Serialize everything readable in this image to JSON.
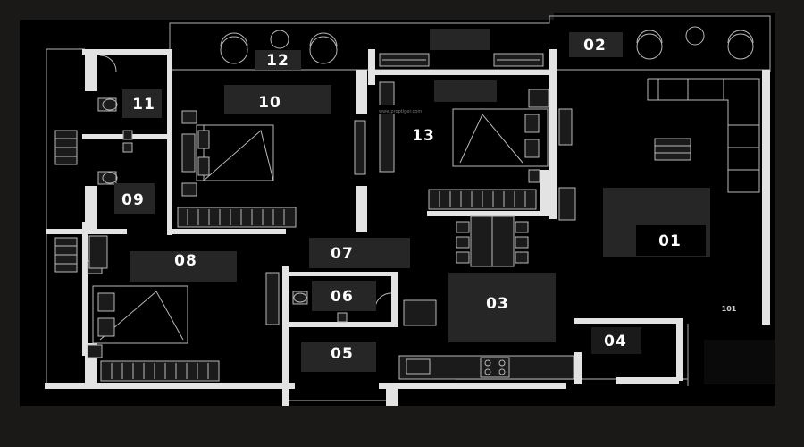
{
  "plan": {
    "rooms": [
      {
        "id": "01",
        "label": "01"
      },
      {
        "id": "02",
        "label": "02"
      },
      {
        "id": "03",
        "label": "03"
      },
      {
        "id": "04",
        "label": "04"
      },
      {
        "id": "05",
        "label": "05"
      },
      {
        "id": "06",
        "label": "06"
      },
      {
        "id": "07",
        "label": "07"
      },
      {
        "id": "08",
        "label": "08"
      },
      {
        "id": "09",
        "label": "09"
      },
      {
        "id": "10",
        "label": "10"
      },
      {
        "id": "11",
        "label": "11"
      },
      {
        "id": "12",
        "label": "12"
      },
      {
        "id": "13",
        "label": "13"
      }
    ],
    "unit_number": "101",
    "watermark": "www.proptiger.com"
  }
}
